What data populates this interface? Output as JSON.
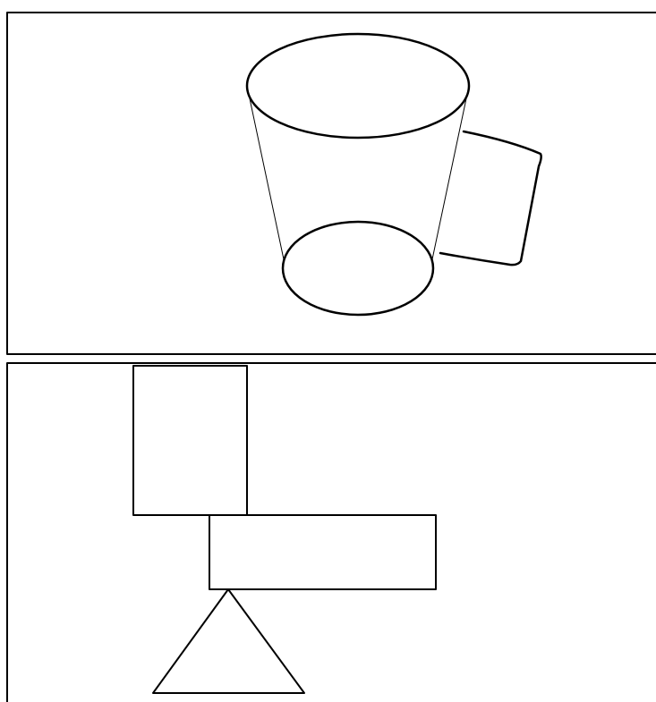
{
  "colors": {
    "background": "#ffffff",
    "line": "#000000"
  },
  "panels": [
    {
      "id": "top",
      "content": "cup-drawing",
      "shapes": [
        "cup-rim-ellipse",
        "cup-base-ellipse",
        "cup-left-side",
        "cup-right-side",
        "cup-handle"
      ]
    },
    {
      "id": "bottom",
      "content": "block-drawing",
      "shapes": [
        "upper-rectangle",
        "lower-rectangle",
        "triangle"
      ]
    }
  ]
}
